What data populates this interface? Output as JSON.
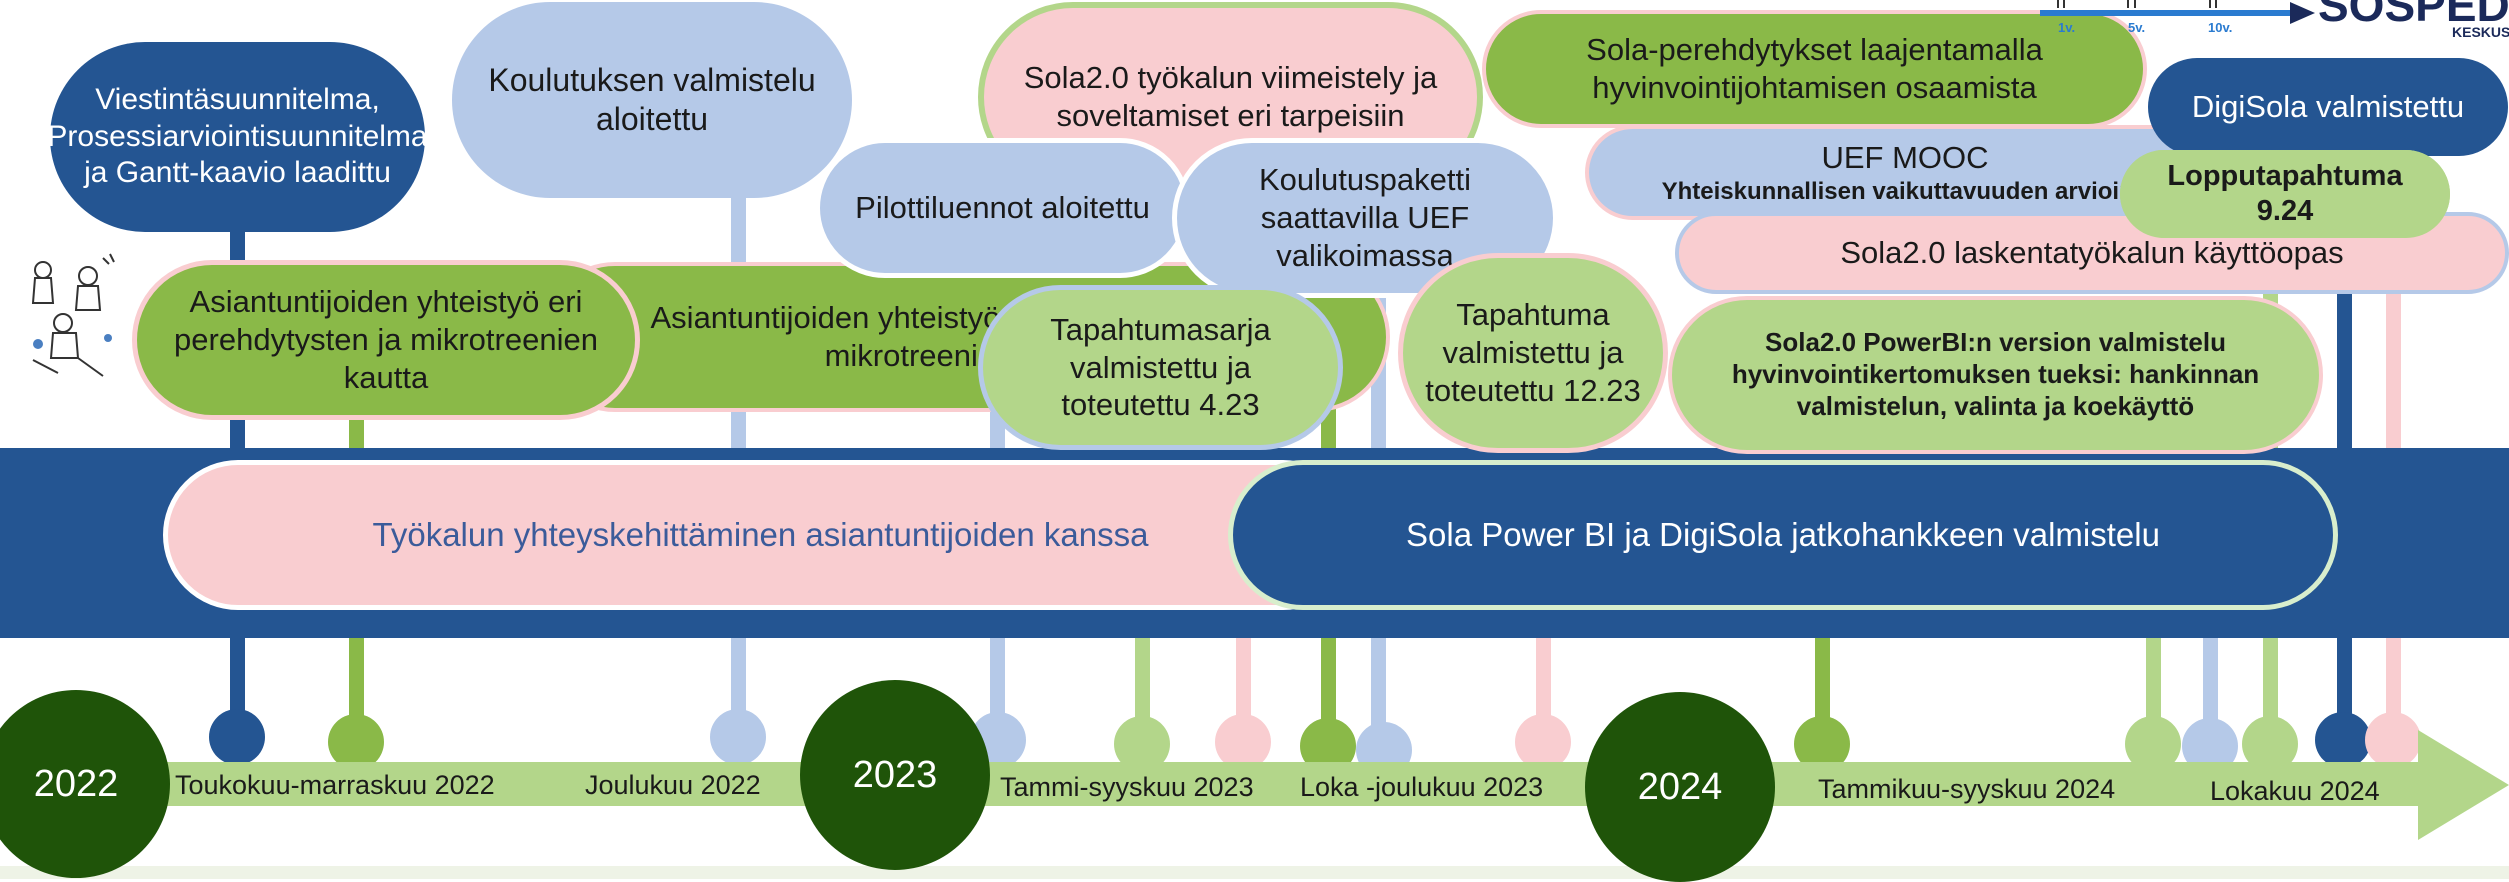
{
  "logo": {
    "name": "SOSPED",
    "subtitle": "KESKUS",
    "tick_labels": [
      "1v.",
      "5v.",
      "10v."
    ]
  },
  "colors": {
    "navy": "#245592",
    "light_blue": "#b5c9e8",
    "pink": "#f9cdd0",
    "green": "#8ab948",
    "light_green": "#b3d68a",
    "dark_green": "#1f5409",
    "band": "#245592",
    "arrow": "#b3d68a"
  },
  "years": [
    "2022",
    "2023",
    "2024"
  ],
  "periods": [
    "Toukokuu-marraskuu 2022",
    "Joulukuu 2022",
    "Tammi-syyskuu 2023",
    "Loka -joulukuu 2023",
    "Tammikuu-syyskuu 2024",
    "Lokakuu 2024"
  ],
  "band": {
    "left_label": "Työkalun yhteyskehittäminen asiantuntijoiden kanssa",
    "right_label": "Sola Power BI ja DigiSola jatkohankkeen valmistelu"
  },
  "milestones": {
    "viestinta": "Viestintäsuunnitelma, Prosessiarviointisuunnitelma ja Gantt-kaavio laadittu",
    "koulutuksen": "Koulutuksen valmistelu aloitettu",
    "asiantuntija_back": "Asiantuntijoiden yhteistyö eri perehdytysten ja mikrotreenien kautta",
    "asiantuntija_front": "Asiantuntijoiden yhteistyö eri perehdytysten ja mikrotreenien kautta",
    "sola_viimeistely": "Sola2.0 työkalun viimeistely ja soveltamiset eri tarpeisiin",
    "pilotti": "Pilottiluennot aloitettu",
    "koulutuspaketti": "Koulutuspaketti saattavilla UEF valikoimassa",
    "tapahtumasarja": "Tapahtumasarja valmistettu ja toteutettu 4.23",
    "tapahtuma": "Tapahtuma valmistettu ja toteutettu 12.23",
    "perehdytykset": "Sola-perehdytykset laajentamalla hyvinvointijohtamisen osaamista",
    "uef_mooc_title": "UEF MOOC",
    "uef_mooc_sub": "Yhteiskunnallisen vaikuttavuuden arviointi",
    "digisola": "DigiSola valmistettu",
    "lopputapahtuma": "Lopputapahtuma 9.24",
    "kayttoopas": "Sola2.0 laskentatyökalun käyttöopas",
    "powerbi": "Sola2.0 PowerBI:n version valmistelu hyvinvointikertomuksen tueksi: hankinnan valmistelun, valinta ja koekäyttö"
  }
}
